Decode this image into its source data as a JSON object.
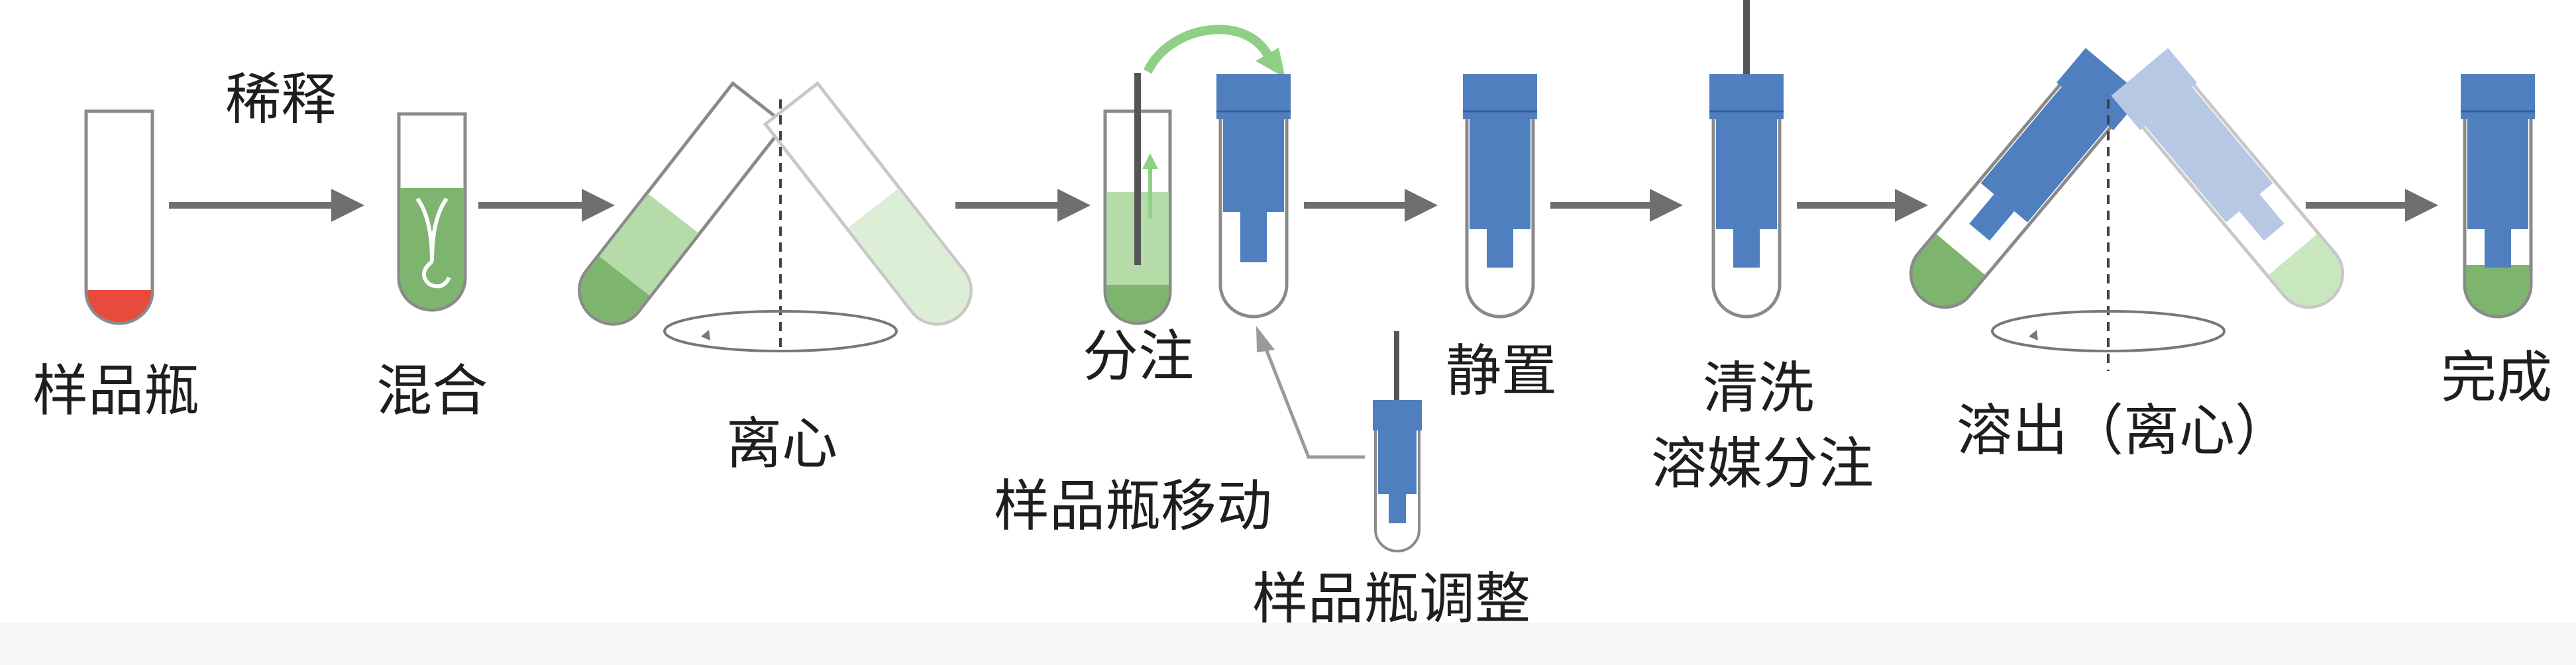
{
  "labels": {
    "dilute": "稀释",
    "sample_vial": "样品瓶",
    "mix": "混合",
    "centrifuge": "离心",
    "dispense": "分注",
    "move_vial": "样品瓶移动",
    "adjust_vial": "样品瓶调整",
    "stand": "静置",
    "wash": "清洗",
    "solvent_dispense": "溶媒分注",
    "elute": "溶出（离心）",
    "complete": "完成"
  },
  "colors": {
    "sample_red": "#e84a3c",
    "green_dark": "#7db46e",
    "green_mid": "#a9d59a",
    "green_light": "#c9e7be",
    "cartridge_blue": "#4f7fbf",
    "cartridge_faded": "#b6c8e4",
    "tube_outline": "#8a8a8a",
    "arrow_gray": "#6f6f6f"
  },
  "icons": [
    "arrow-right-icon",
    "rotation-ellipse-icon",
    "curved-arrow-icon",
    "up-arrow-icon"
  ]
}
